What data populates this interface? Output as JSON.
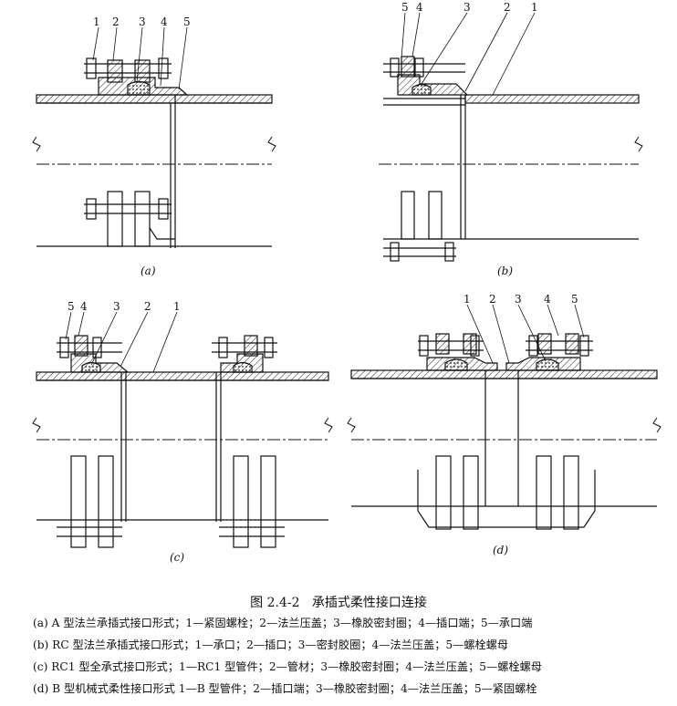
{
  "figure": {
    "number": "图 2.4-2",
    "title": "承插式柔性接口连接"
  },
  "panels": [
    {
      "id": "a",
      "label": "(a)",
      "callouts": [
        "1",
        "2",
        "3",
        "4",
        "5"
      ],
      "legend": "(a) A 型法兰承插式接口形式；1—紧固螺栓；2—法兰压盖；3—橡胶密封圈；4—插口端；5—承口端"
    },
    {
      "id": "b",
      "label": "(b)",
      "callouts": [
        "5",
        "4",
        "3",
        "2",
        "1"
      ],
      "legend": "(b) RC 型法兰承插式接口形式；1—承口；2—插口；3—密封胶圈；4—法兰压盖；5—螺栓螺母"
    },
    {
      "id": "c",
      "label": "(c)",
      "callouts": [
        "5",
        "4",
        "3",
        "2",
        "1"
      ],
      "legend": "(c) RC1 型全承式接口形式；1—RC1 型管件；2—管材；3—橡胶密封圈；4—法兰压盖；5—螺栓螺母"
    },
    {
      "id": "d",
      "label": "(d)",
      "callouts": [
        "1",
        "2",
        "3",
        "4",
        "5"
      ],
      "legend": "(d) B 型机械式柔性接口形式 1—B 型管件；2—插口端；3—橡胶密封圈；4—法兰压盖；5—紧固螺栓"
    }
  ]
}
